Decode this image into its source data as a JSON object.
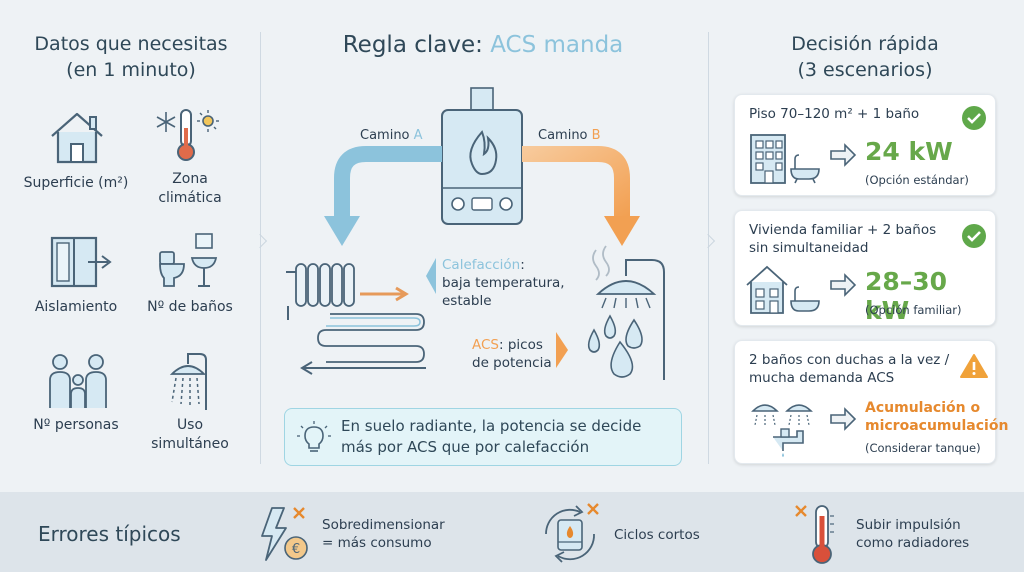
{
  "left": {
    "title_line1": "Datos que necesitas",
    "title_line2": "(en 1 minuto)",
    "items": [
      {
        "label": "Superficie (m²)"
      },
      {
        "label_line1": "Zona",
        "label_line2": "climática"
      },
      {
        "label": "Aislamiento"
      },
      {
        "label": "Nº de baños"
      },
      {
        "label": "Nº personas"
      },
      {
        "label_line1": "Uso",
        "label_line2": "simultáneo"
      }
    ]
  },
  "center": {
    "title_prefix": "Regla clave: ",
    "title_accent": "ACS manda",
    "camino_a_prefix": "Camino ",
    "camino_a_letter": "A",
    "camino_b_prefix": "Camino ",
    "camino_b_letter": "B",
    "calefaccion_key": "Calefacción",
    "calefaccion_line1": ":",
    "calefaccion_line2": "baja temperatura,",
    "calefaccion_line3": "estable",
    "acs_key": "ACS",
    "acs_line1": ": picos",
    "acs_line2": "de potencia",
    "callout_line1": "En suelo radiante, la potencia se decide",
    "callout_line2": "más por ACS que por calefacción"
  },
  "right": {
    "title_line1": "Decisión rápida",
    "title_line2": "(3 escenarios)",
    "cards": [
      {
        "title_line1": "Piso 70–120 m² + 1 baño",
        "value": "24 kW",
        "note": "(Opción estándar)"
      },
      {
        "title_line1": "Vivienda familiar + 2 baños",
        "title_line2": "sin simultaneidad",
        "value": "28–30 kW",
        "note": "(Opción familiar)"
      },
      {
        "title_line1": "2 baños con duchas a la vez /",
        "title_line2": "mucha demanda ACS",
        "value_line1": "Acumulación o",
        "value_line2": "microacumulación",
        "note": "(Considerar tanque)"
      }
    ]
  },
  "bottom": {
    "title": "Errores típicos",
    "errors": [
      {
        "line1": "Sobredimensionar",
        "line2": "= más consumo"
      },
      {
        "line1": "Ciclos cortos"
      },
      {
        "line1": "Subir impulsión",
        "line2": "como radiadores"
      }
    ]
  },
  "colors": {
    "blue": "#8cc3dc",
    "orange": "#f2a052",
    "green": "#67a84a",
    "warning": "#f0a23a",
    "icon_stroke": "#4a6478"
  }
}
